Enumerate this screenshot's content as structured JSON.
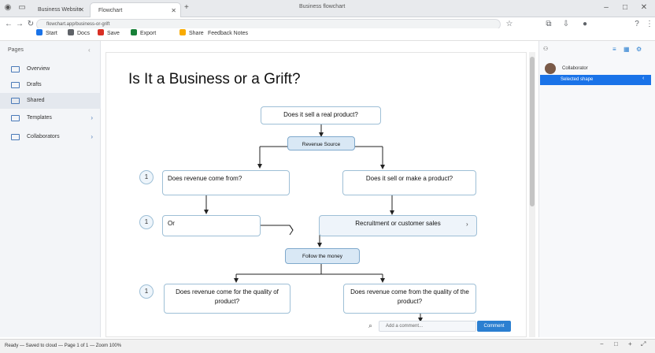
{
  "tabs": [
    {
      "label": "Business Website",
      "active": false
    },
    {
      "label": "Flowchart",
      "active": true
    }
  ],
  "window_title": "Business flowchart",
  "address": {
    "url": "flowchart.app/business-or-grift"
  },
  "bookmarks": [
    {
      "label": "Start",
      "color": "#1a73e8"
    },
    {
      "label": "Docs",
      "color": "#5f6368"
    },
    {
      "label": "Save",
      "color": "#d93025"
    },
    {
      "label": "Export",
      "color": "#188038"
    },
    {
      "label": "Share",
      "color": "#f9ab00"
    },
    {
      "label": "Feedback Notes",
      "color": "#5f6368"
    }
  ],
  "sidebar": {
    "header": "Pages",
    "items": [
      {
        "label": "Overview",
        "icon": "folder-icon",
        "active": false,
        "arrow": false
      },
      {
        "label": "Drafts",
        "icon": "file-icon",
        "active": false,
        "arrow": false
      },
      {
        "label": "Shared",
        "icon": "file-icon",
        "active": true,
        "arrow": false
      },
      {
        "label": "Templates",
        "icon": "grid-icon",
        "active": false,
        "arrow": true
      },
      {
        "label": "Collaborators",
        "icon": "users-icon",
        "active": false,
        "arrow": true
      }
    ]
  },
  "chart": {
    "title": "Is It a Business or a Grift?",
    "top_question": "Does it sell a real product?",
    "label_a": "Revenue Source",
    "left_q1": "Does revenue come from?",
    "right_q1": "Does it sell or make a product?",
    "left_q2": "Or",
    "right_q2": "Recruitment or customer sales",
    "label_b": "Follow the money",
    "left_q3": "Does revenue come for the quality of product?",
    "right_q3": "Does revenue come from the quality of the product?",
    "numbers": [
      "1",
      "1",
      "1"
    ]
  },
  "comment": {
    "placeholder": "Add a comment...",
    "button": "Comment"
  },
  "right_panel": {
    "user": "Collaborator",
    "selected": "Selected shape"
  },
  "status": "Ready — Saved to cloud — Page 1 of 1 — Zoom 100%"
}
